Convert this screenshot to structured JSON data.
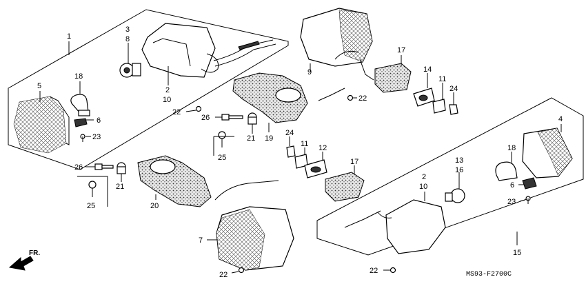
{
  "diagram": {
    "code": "MS93-F2700C",
    "direction": "FR.",
    "callouts": {
      "c1": "1",
      "c3": "3",
      "c8": "8",
      "c5": "5",
      "c18a": "18",
      "c2a": "2",
      "c10a": "10",
      "c6a": "6",
      "c23a": "23",
      "c22a": "22",
      "c26a": "26",
      "c21a": "21",
      "c25a": "25",
      "c19": "19",
      "c9": "9",
      "c17a": "17",
      "c14": "14",
      "c11a": "11",
      "c24a": "24",
      "c22b": "22",
      "c24b": "24",
      "c11b": "11",
      "c12": "12",
      "c17b": "17",
      "c26b": "26",
      "c21b": "21",
      "c25b": "25",
      "c20": "20",
      "c7": "7",
      "c22c": "22",
      "c4": "4",
      "c18b": "18",
      "c6b": "6",
      "c23b": "23",
      "c13": "13",
      "c16": "16",
      "c2b": "2",
      "c10b": "10",
      "c15": "15",
      "c22d": "22"
    }
  }
}
